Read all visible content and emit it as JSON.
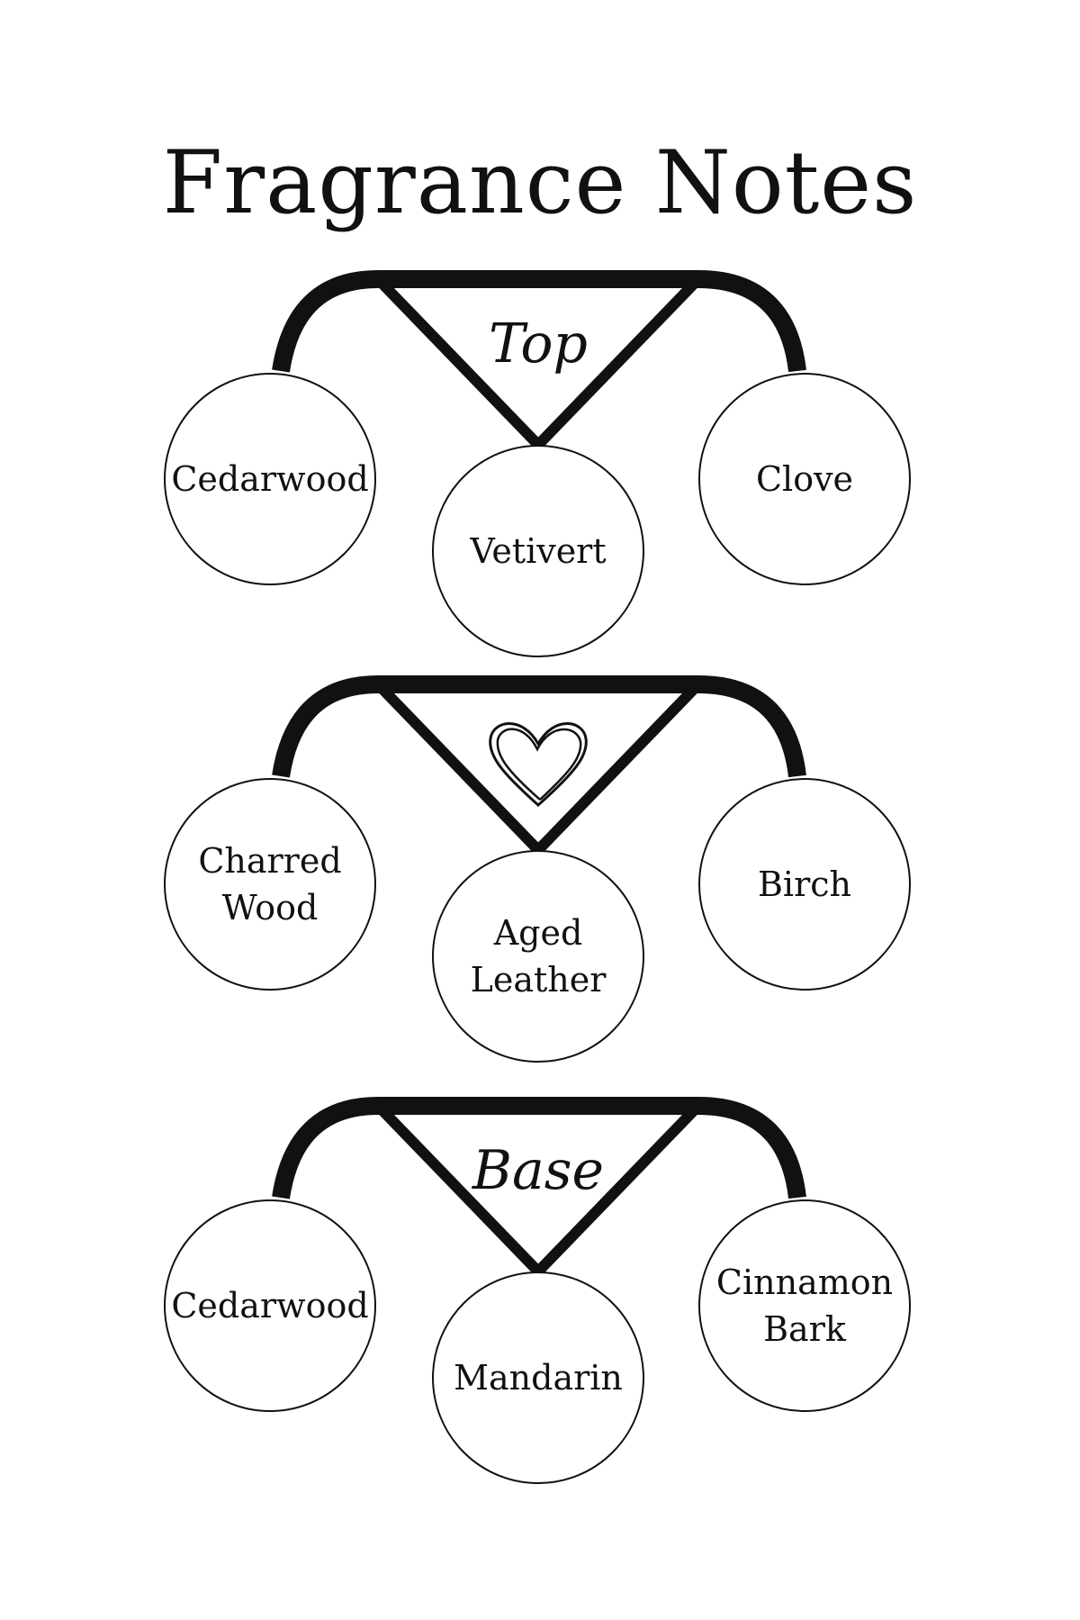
{
  "title": "Fragrance Notes",
  "colors": {
    "ink": "#111111",
    "background": "#ffffff"
  },
  "tiers": [
    {
      "label": "Top",
      "label_icon": "",
      "notes": [
        {
          "lines": [
            "Cedarwood"
          ]
        },
        {
          "lines": [
            "Vetivert"
          ]
        },
        {
          "lines": [
            "Clove"
          ]
        }
      ]
    },
    {
      "label": "",
      "label_icon": "heart-icon",
      "notes": [
        {
          "lines": [
            "Charred",
            "Wood"
          ]
        },
        {
          "lines": [
            "Aged",
            "Leather"
          ]
        },
        {
          "lines": [
            "Birch"
          ]
        }
      ]
    },
    {
      "label": "Base",
      "label_icon": "",
      "notes": [
        {
          "lines": [
            "Cedarwood"
          ]
        },
        {
          "lines": [
            "Mandarin"
          ]
        },
        {
          "lines": [
            "Cinnamon",
            "Bark"
          ]
        }
      ]
    }
  ]
}
